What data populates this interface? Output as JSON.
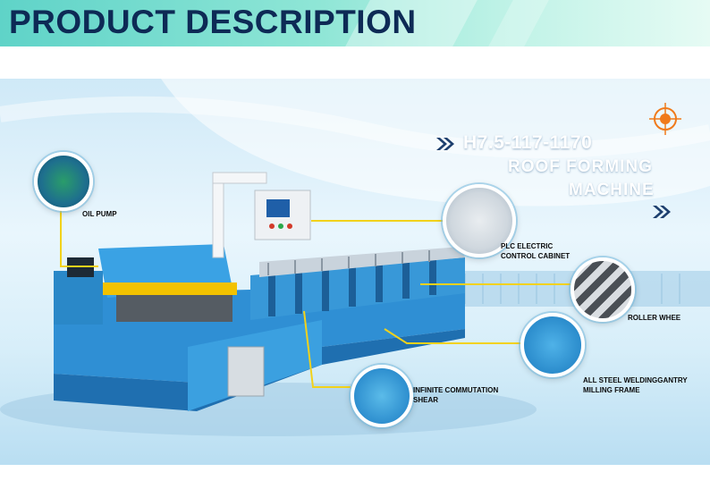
{
  "header": {
    "title": "PRODUCT DESCRIPTION"
  },
  "heading": {
    "model": "H7.5-117-1170",
    "line1": "ROOF FORMING",
    "line2": "MACHINE"
  },
  "callouts": {
    "oil_pump": "OIL PUMP",
    "plc_line1": "PLC ELECTRIC",
    "plc_line2": "CONTROL CABINET",
    "roller": "ROLLER WHEE",
    "frame_line1": "ALL STEEL WELDINGGANTRY",
    "frame_line2": "MILLING FRAME",
    "shear_line1": "INFINITE COMMUTATION",
    "shear_line2": "SHEAR"
  },
  "colors": {
    "header_text": "#0d2a55",
    "machine_blue": "#2f8fd4",
    "accent_yellow": "#f2c200",
    "callout_line": "#f2d21b",
    "target_orange": "#f07a1a"
  },
  "icons": [
    "target-icon",
    "double-chevron-right-icon"
  ]
}
